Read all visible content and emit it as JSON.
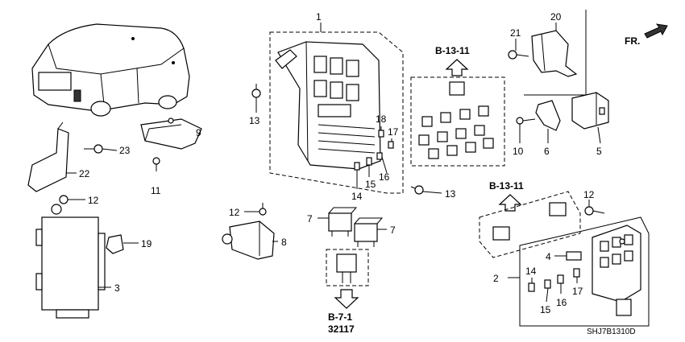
{
  "diagram": {
    "drawing_code": "SHJ7B1310D",
    "direction_indicator": "FR.",
    "references": {
      "top_center": "B-13-11",
      "right_middle": "B-13-11",
      "bottom_center": "B-7-1",
      "bottom_center_sub": "32117"
    },
    "callouts": {
      "c1": "1",
      "c2": "2",
      "c3": "3",
      "c4": "4",
      "c5": "5",
      "c6": "6",
      "c7a": "7",
      "c7b": "7",
      "c8": "8",
      "c9": "9",
      "c10": "10",
      "c11": "11",
      "c12a": "12",
      "c12b": "12",
      "c12c": "12",
      "c13a": "13",
      "c13b": "13",
      "c14a": "14",
      "c14b": "14",
      "c15a": "15",
      "c15b": "15",
      "c16a": "16",
      "c16b": "16",
      "c17a": "17",
      "c17b": "17",
      "c18": "18",
      "c19": "19",
      "c20": "20",
      "c21": "21",
      "c22": "22",
      "c23": "23"
    }
  }
}
